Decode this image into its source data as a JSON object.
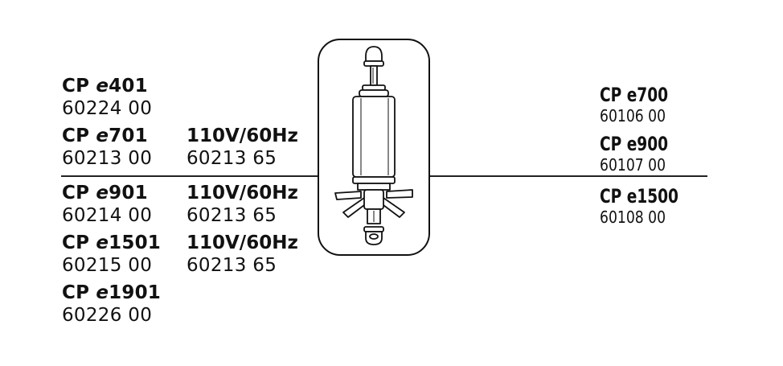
{
  "left_items": [
    {
      "prefix": "CP ",
      "suffix": "e",
      "num": "401",
      "code": "60224 00"
    },
    {
      "prefix": "CP ",
      "suffix": "e",
      "num": "701",
      "code": "60213 00",
      "volt": "110V/60Hz",
      "volt_code": "60213 65"
    },
    {
      "prefix": "CP ",
      "suffix": "e",
      "num": "901",
      "code": "60214 00",
      "volt": "110V/60Hz",
      "volt_code": "60213 65"
    },
    {
      "prefix": "CP ",
      "suffix": "e",
      "num": "1501",
      "code": "60215 00",
      "volt": "110V/60Hz",
      "volt_code": "60213 65"
    },
    {
      "prefix": "CP ",
      "suffix": "e",
      "num": "1901",
      "code": "60226 00"
    }
  ],
  "right_items": [
    {
      "model": "CP e700",
      "code": "60106 00"
    },
    {
      "model": "CP e900",
      "code": "60107 00"
    },
    {
      "model": "CP e1500",
      "code": "60108 00"
    }
  ],
  "illustration": {
    "name": "impeller-rotor-icon"
  }
}
